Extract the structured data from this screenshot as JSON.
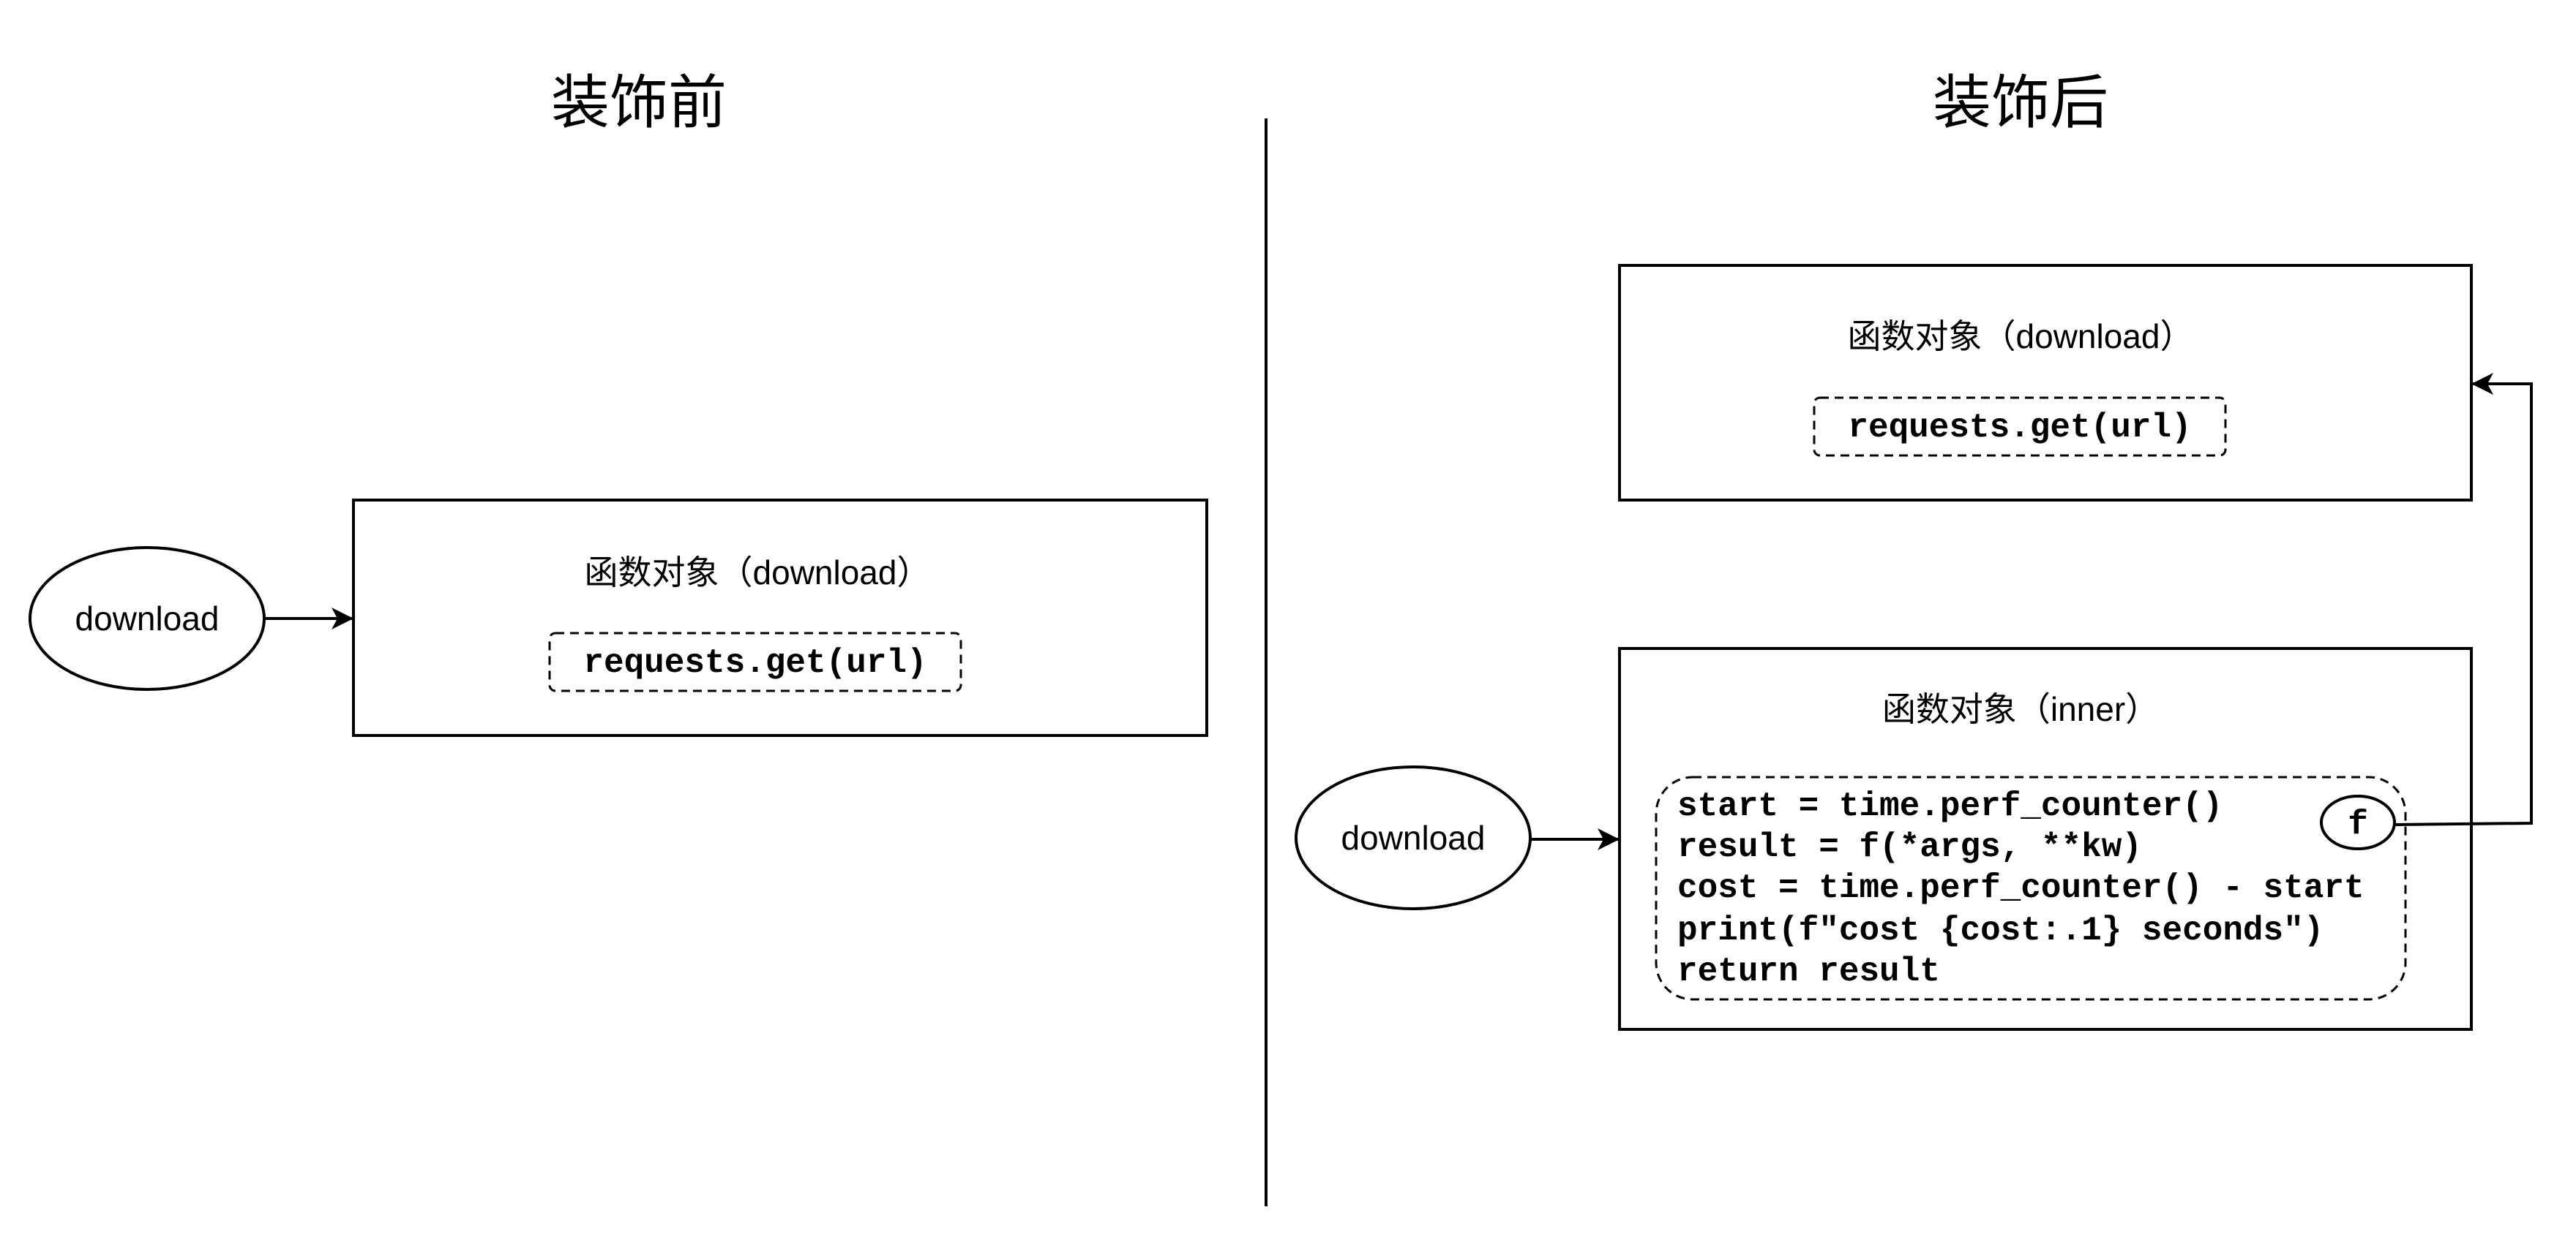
{
  "before": {
    "title": "装饰前",
    "variable": "download",
    "function_object": {
      "label": "函数对象（download）",
      "code": "requests.get(url)"
    }
  },
  "after": {
    "title": "装饰后",
    "variable": "download",
    "original_function_object": {
      "label": "函数对象（download）",
      "code": "requests.get(url)"
    },
    "inner_function_object": {
      "label": "函数对象（inner）",
      "code_lines": [
        "start = time.perf_counter()",
        "result = f(*args, **kw)",
        "cost = time.perf_counter() - start",
        "print(f\"cost {cost:.1} seconds\")",
        "return result"
      ],
      "closure_var": "f"
    }
  }
}
